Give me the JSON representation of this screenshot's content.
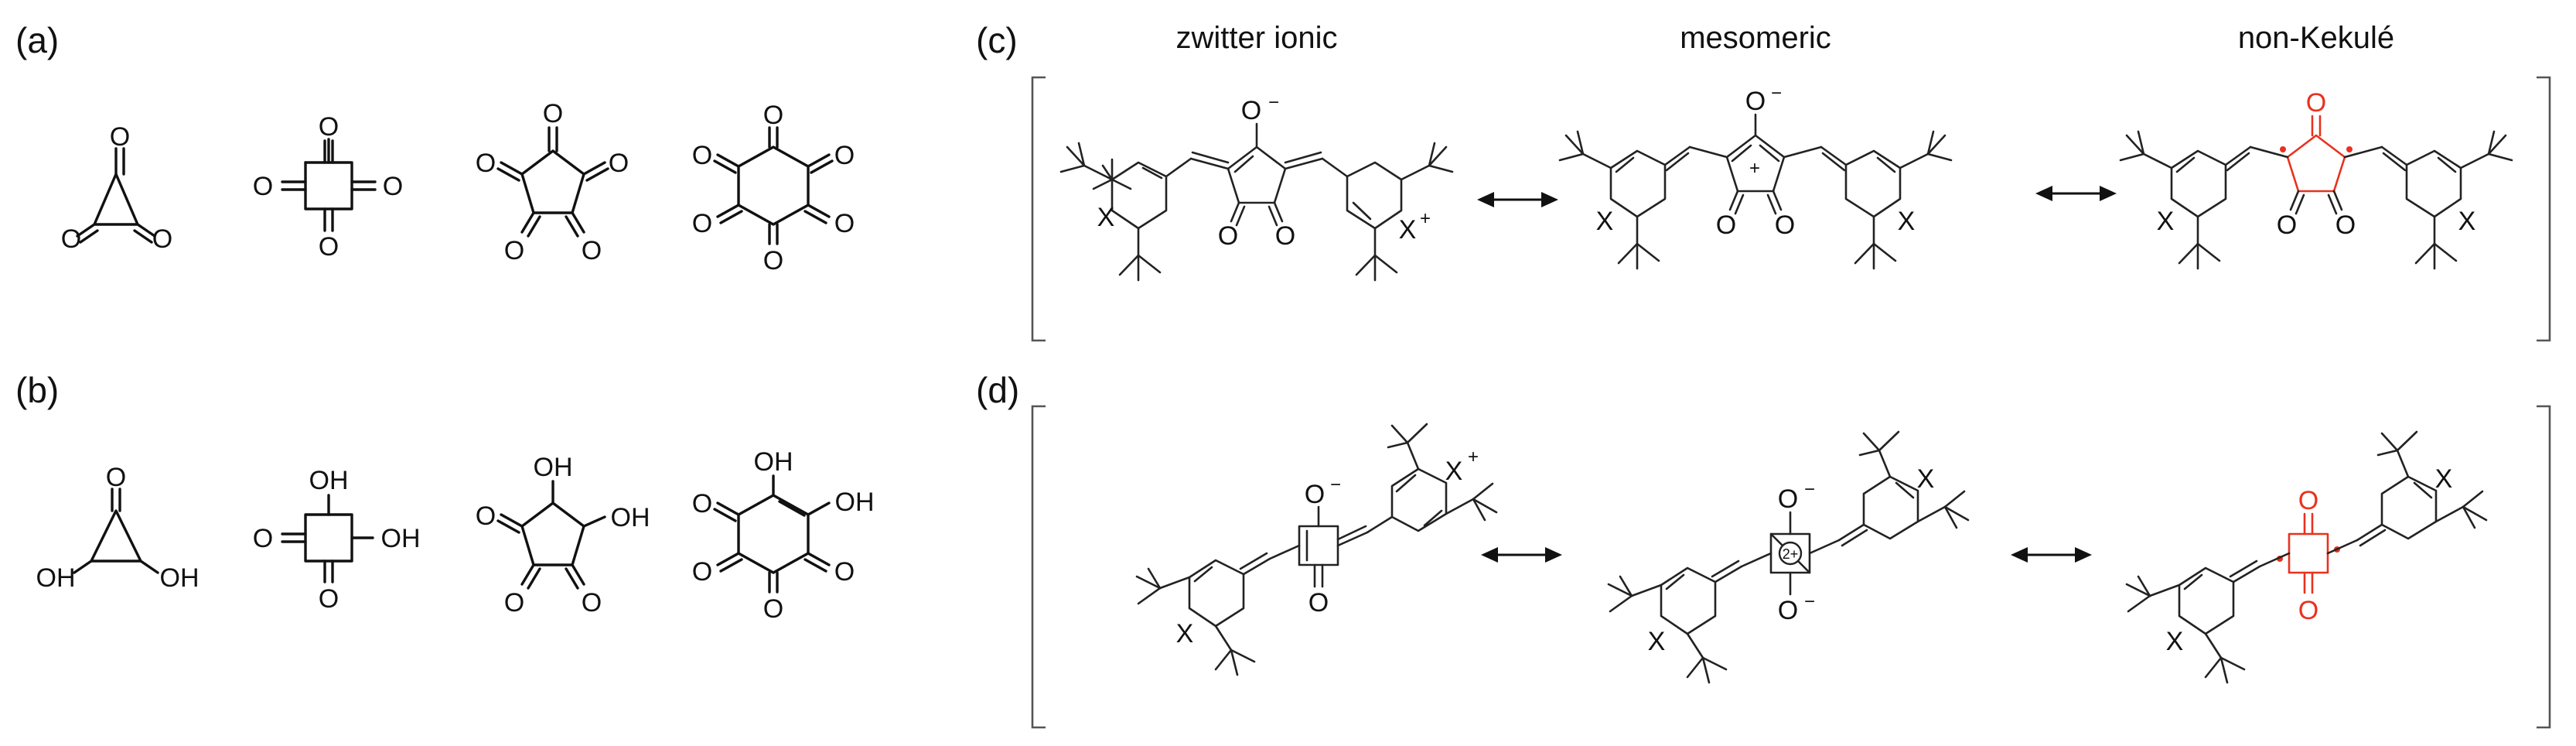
{
  "panels": {
    "a": {
      "label": "(a)"
    },
    "b": {
      "label": "(b)"
    },
    "c": {
      "label": "(c)"
    },
    "d": {
      "label": "(d)"
    }
  },
  "column_headers": [
    "zwitter ionic",
    "mesomeric",
    "non-Kekulé"
  ],
  "atoms": {
    "oxygen": "O",
    "hydroxyl": "OH",
    "heteroatom": "X"
  },
  "charges": {
    "plus": "+",
    "minus": "−",
    "two_plus": "2+"
  },
  "colors": {
    "highlight": "#e8321e",
    "ink": "#111111"
  }
}
